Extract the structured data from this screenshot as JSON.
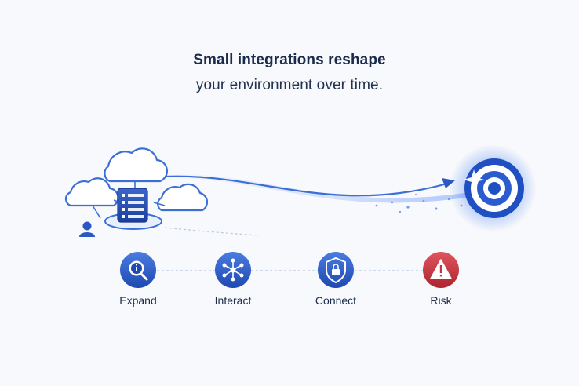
{
  "headline": {
    "line1": "Small integrations reshape",
    "line2": "your environment over time."
  },
  "stages": [
    {
      "label": "Expand",
      "icon": "magnify-info-icon",
      "color": "#2a57c4"
    },
    {
      "label": "Interact",
      "icon": "network-nodes-icon",
      "color": "#2a57c4"
    },
    {
      "label": "Connect",
      "icon": "shield-lock-icon",
      "color": "#2a57c4"
    },
    {
      "label": "Risk",
      "icon": "warning-icon",
      "color": "#c8323e"
    }
  ],
  "colors": {
    "primary": "#2a57c4",
    "dark_text": "#1a2b4c",
    "risk": "#c8323e",
    "outline": "#3c6fd6"
  }
}
